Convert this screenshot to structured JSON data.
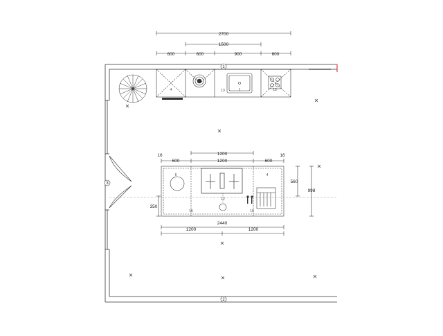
{
  "plan": {
    "top_dims": {
      "total": "2700",
      "inner": "1500",
      "segments": [
        "600",
        "600",
        "900",
        "600"
      ]
    },
    "island_dims": {
      "edge_left": "16",
      "edge_right": "16",
      "top_middle": "1200",
      "left": "600",
      "center": "1200",
      "right": "600",
      "depth_inner": "560",
      "depth_total": "998",
      "left_offset": "350",
      "bottom_total": "2440",
      "bottom_left": "1200",
      "bottom_right": "1200"
    },
    "wall_markers": [
      "1",
      "2",
      "3"
    ],
    "cabinet_labels": {
      "upper_left": "4",
      "upper_mid": "13",
      "upper_sink": "1",
      "upper_hob": "13",
      "island_left": "6",
      "island_right": "4",
      "island_bottom_left": "15",
      "island_bottom_right": "10",
      "island_center": "12"
    }
  }
}
